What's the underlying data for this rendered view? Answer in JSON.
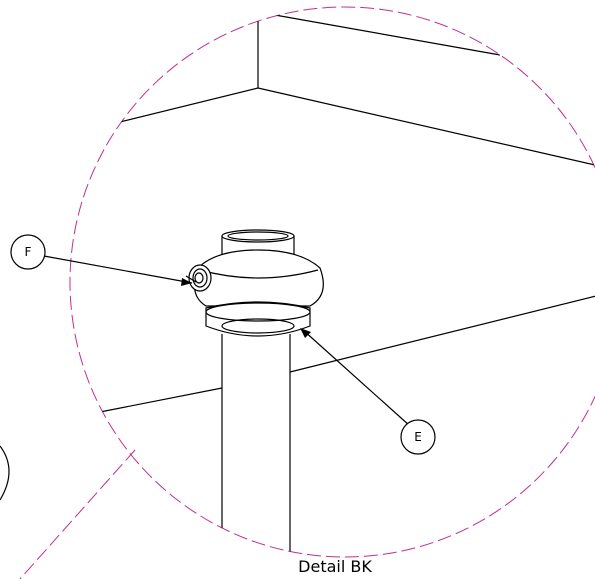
{
  "drawing": {
    "caption": "Detail BK",
    "callouts": [
      {
        "id": "F",
        "label": "F"
      },
      {
        "id": "E",
        "label": "E"
      }
    ],
    "colors": {
      "detail_boundary": "#c0308c",
      "linework": "#000000",
      "background": "#ffffff"
    }
  }
}
